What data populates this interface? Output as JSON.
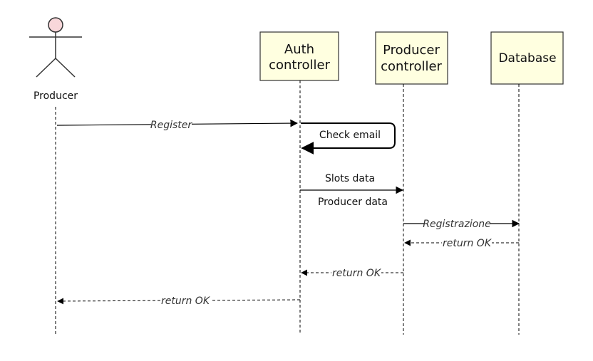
{
  "participants": {
    "producer": {
      "label": "Producer"
    },
    "auth": {
      "line1": "Auth",
      "line2": "controller"
    },
    "producer_controller": {
      "line1": "Producer",
      "line2": "controller"
    },
    "database": {
      "label": "Database"
    }
  },
  "messages": {
    "register": "Register",
    "check_email": "Check email",
    "slots_data": "Slots data",
    "producer_data": "Producer data",
    "registrazione": "Registrazione",
    "return_ok_db": "return OK",
    "return_ok_producer_controller": "return OK",
    "return_ok_auth": "return OK"
  },
  "colors": {
    "box_fill": "#ffffe0",
    "box_stroke": "#333333",
    "actor_head_fill": "#f8d7da",
    "line": "#000000"
  }
}
